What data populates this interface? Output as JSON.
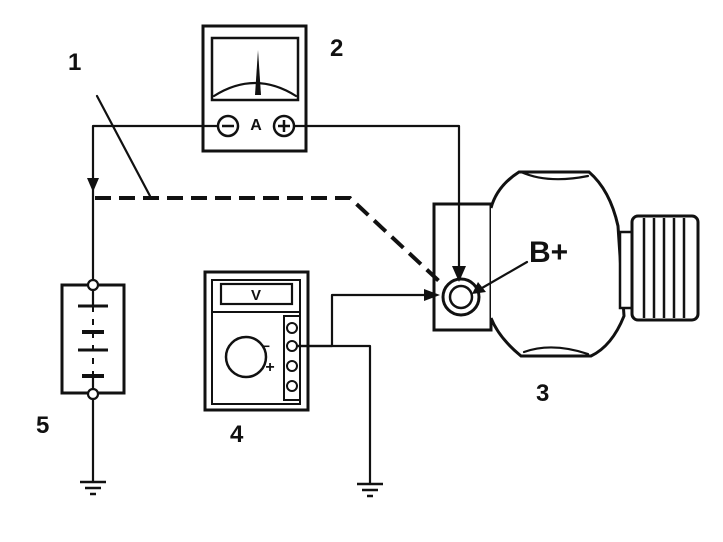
{
  "labels": {
    "n1": "1",
    "n2": "2",
    "n3": "3",
    "n4": "4",
    "n5": "5",
    "terminal": "B+",
    "ammeter_unit": "A",
    "voltmeter_unit": "V",
    "minus": "−",
    "plus": "+"
  },
  "components": [
    {
      "id": "1",
      "kind": "test-lead-wire"
    },
    {
      "id": "2",
      "kind": "ammeter"
    },
    {
      "id": "3",
      "kind": "alternator"
    },
    {
      "id": "4",
      "kind": "voltmeter"
    },
    {
      "id": "5",
      "kind": "battery"
    }
  ],
  "colors": {
    "ink": "#111111",
    "background": "#ffffff"
  }
}
